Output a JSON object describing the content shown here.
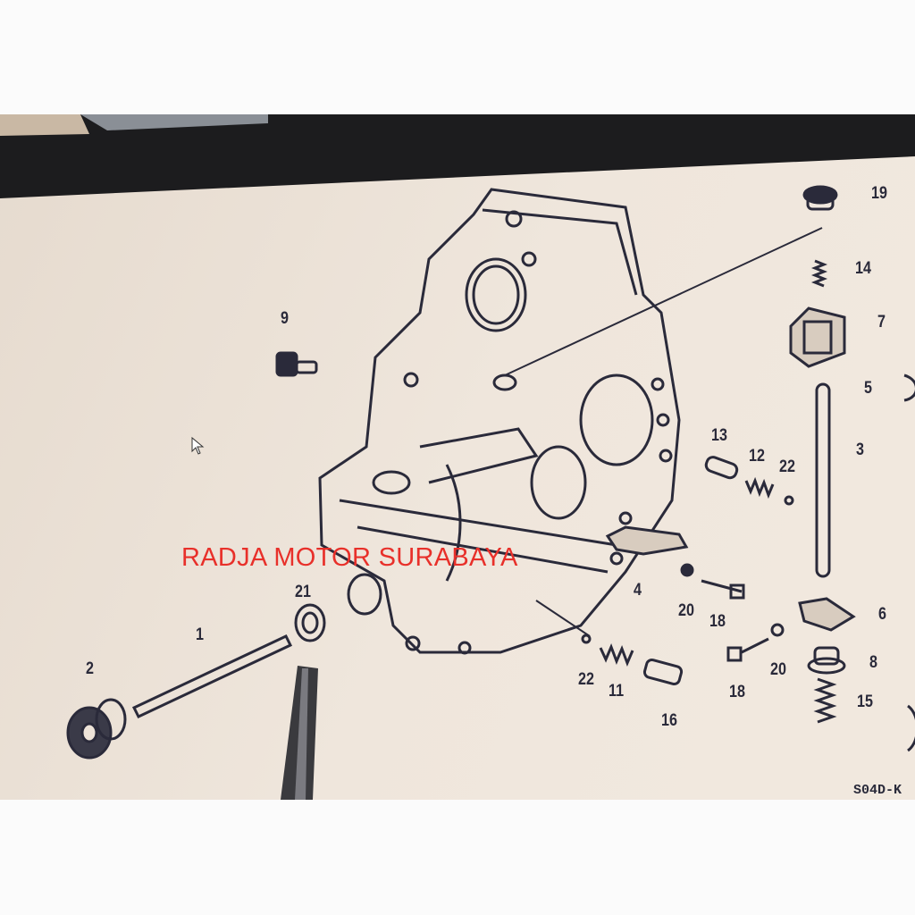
{
  "watermark": "RADJA MOTOR SURABAYA",
  "diagram_code": "S04D-K",
  "callouts": {
    "c19": "19",
    "c14": "14",
    "c7": "7",
    "c5": "5",
    "c3": "3",
    "c13": "13",
    "c12": "12",
    "c22a": "22",
    "c9": "9",
    "c21": "21",
    "c4": "4",
    "c20a": "20",
    "c18a": "18",
    "c6": "6",
    "c1": "1",
    "c2": "2",
    "c22b": "22",
    "c11": "11",
    "c16": "16",
    "c18b": "18",
    "c20b": "20",
    "c8": "8",
    "c15": "15"
  },
  "colors": {
    "screen": "#ede3d8",
    "ink": "#2a2a3a",
    "watermark": "#e8302a",
    "bezel": "#1c1c1e"
  }
}
